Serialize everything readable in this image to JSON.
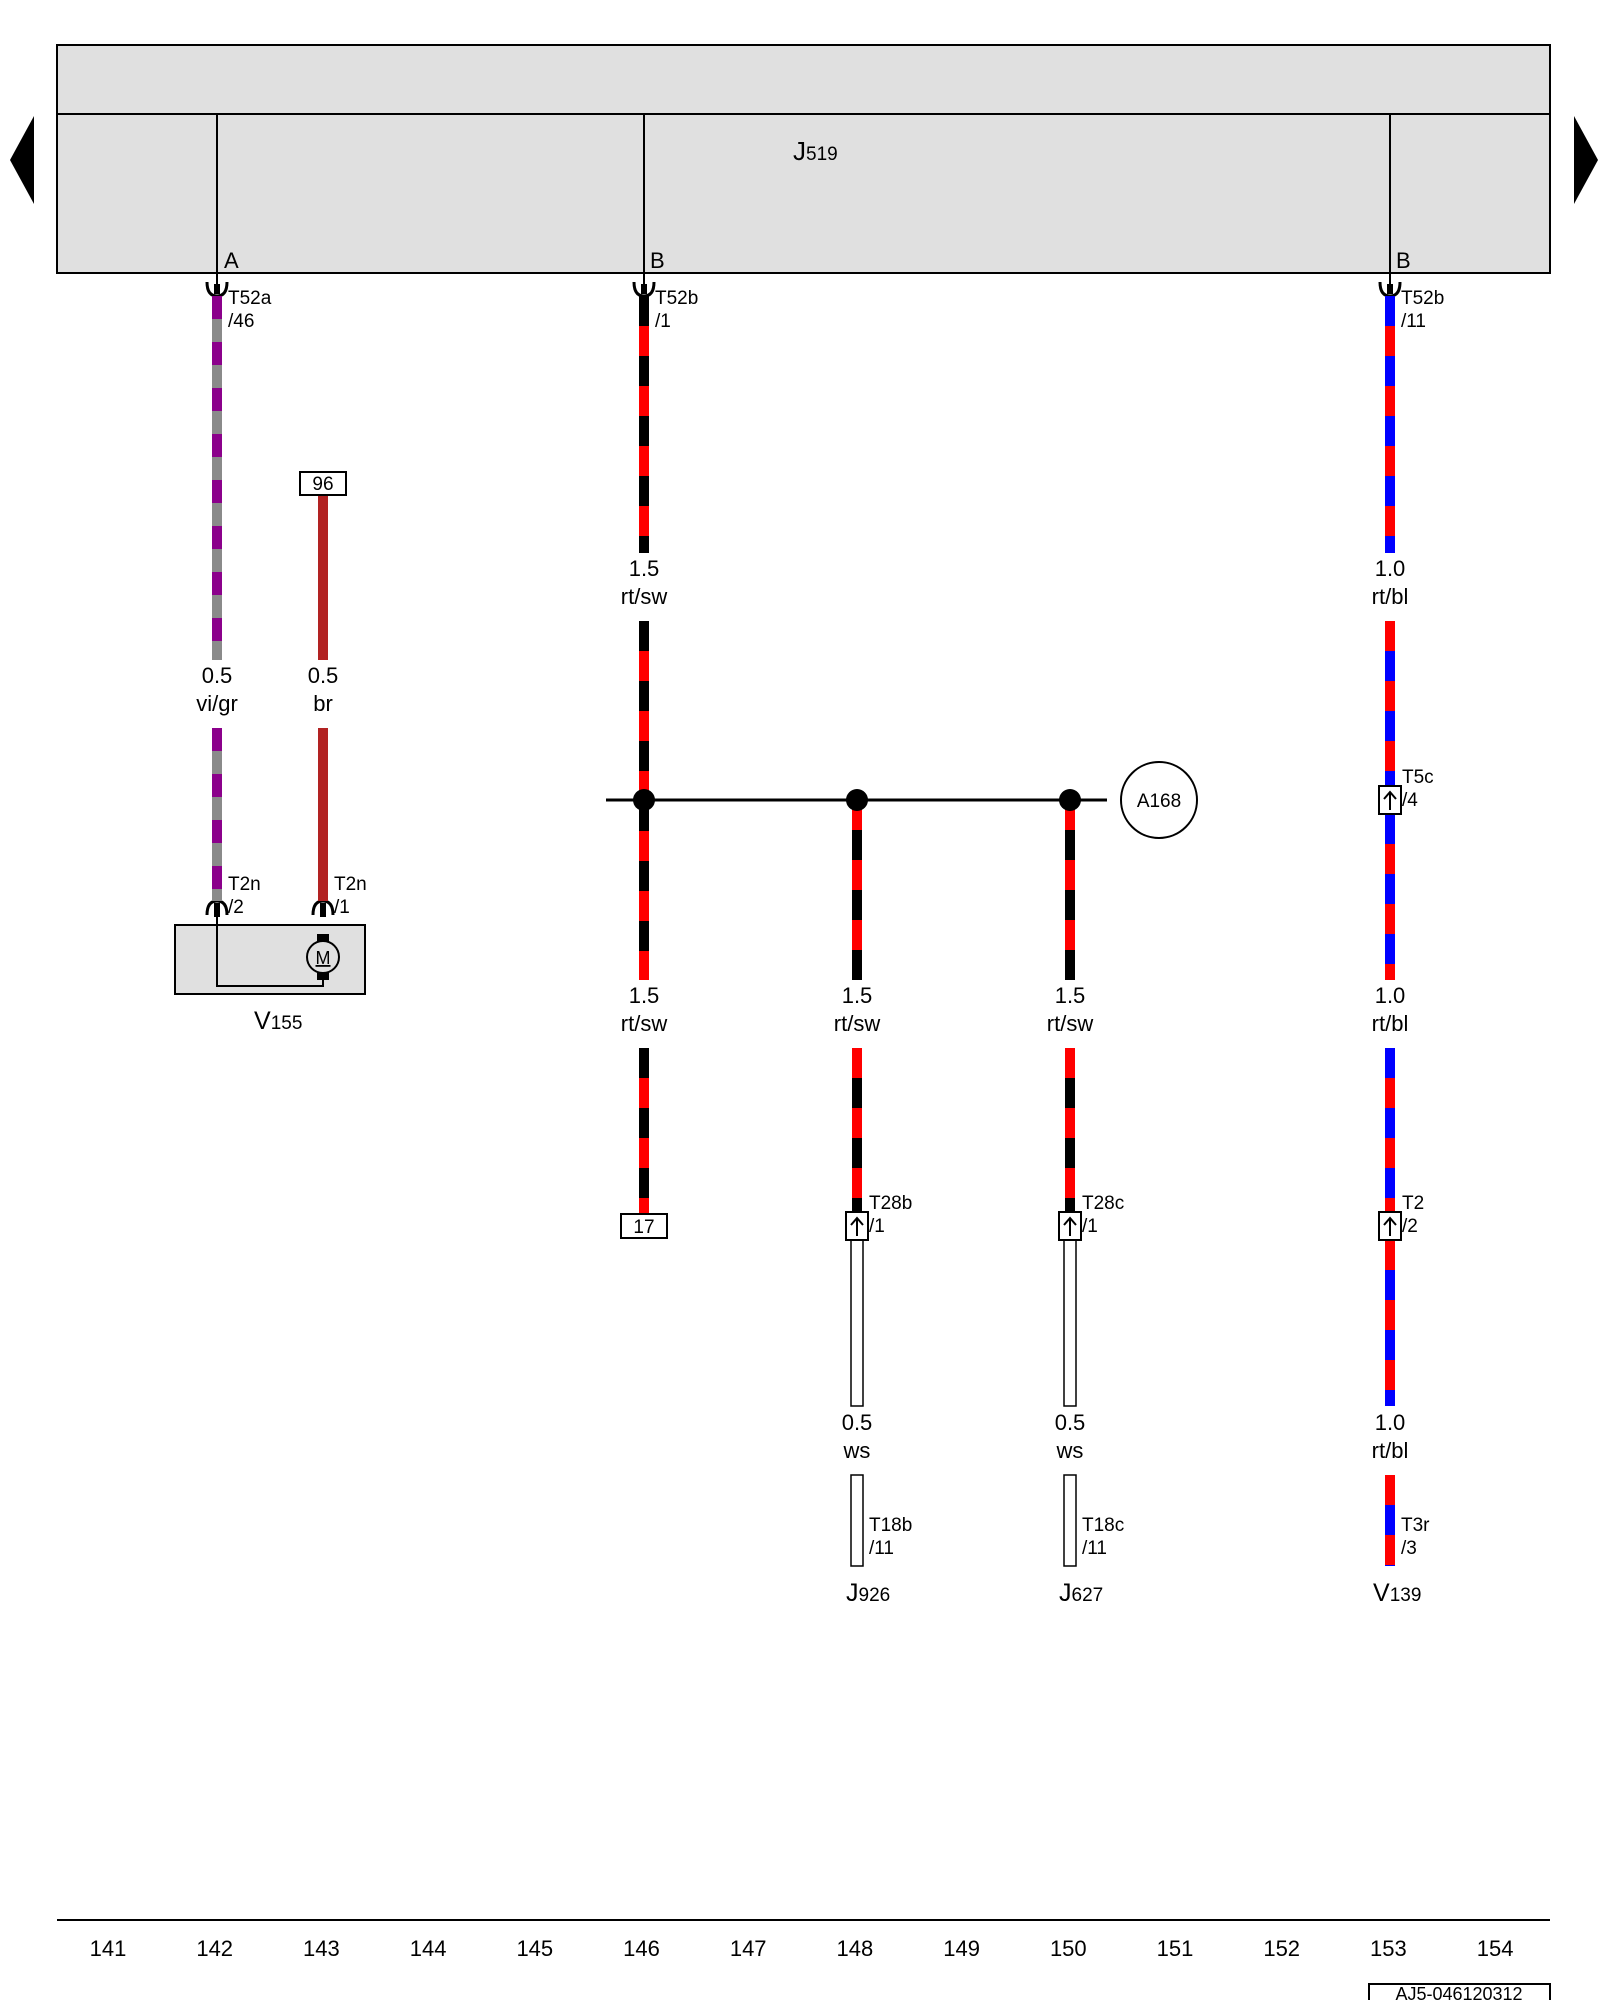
{
  "control_unit": {
    "name": "J",
    "sub": "519"
  },
  "pins": {
    "a": "A",
    "b_left": "B",
    "b_right": "B"
  },
  "connectors": {
    "t52a_46": [
      "T52a",
      "/46"
    ],
    "t52b_1": [
      "T52b",
      "/1"
    ],
    "t52b_11": [
      "T52b",
      "/11"
    ],
    "t2n_2": [
      "T2n",
      "/2"
    ],
    "t2n_1": [
      "T2n",
      "/1"
    ],
    "t5c_4": [
      "T5c",
      "/4"
    ],
    "t28b_1": [
      "T28b",
      "/1"
    ],
    "t28c_1": [
      "T28c",
      "/1"
    ],
    "t2_2": [
      "T2",
      "/2"
    ],
    "t18b_11": [
      "T18b",
      "/11"
    ],
    "t18c_11": [
      "T18c",
      "/11"
    ],
    "t3r_3": [
      "T3r",
      "/3"
    ]
  },
  "wire_labels": {
    "w142": [
      "0.5",
      "vi/gr"
    ],
    "w143": [
      "0.5",
      "br"
    ],
    "w146_top": [
      "1.5",
      "rt/sw"
    ],
    "w146_bottom": [
      "1.5",
      "rt/sw"
    ],
    "w148_top": [
      "1.5",
      "rt/sw"
    ],
    "w150_top": [
      "1.5",
      "rt/sw"
    ],
    "w148_bottom": [
      "0.5",
      "ws"
    ],
    "w150_bottom": [
      "0.5",
      "ws"
    ],
    "w153_a": [
      "1.0",
      "rt/bl"
    ],
    "w153_b": [
      "1.0",
      "rt/bl"
    ],
    "w153_c": [
      "1.0",
      "rt/bl"
    ]
  },
  "references": {
    "r96": "96",
    "r17": "17"
  },
  "ground_point": "A168",
  "motor_symbol": "M",
  "components": {
    "v155": {
      "name": "V",
      "sub": "155"
    },
    "j926": {
      "name": "J",
      "sub": "926"
    },
    "j627": {
      "name": "J",
      "sub": "627"
    },
    "v139": {
      "name": "V",
      "sub": "139"
    }
  },
  "grid_numbers": [
    "141",
    "142",
    "143",
    "144",
    "145",
    "146",
    "147",
    "148",
    "149",
    "150",
    "151",
    "152",
    "153",
    "154"
  ],
  "drawing_id": "AJ5-046120312",
  "colors": {
    "unit_fill": "#e0e0e0",
    "vi": "#8b008b",
    "gr": "#8a8a8a",
    "br": "#b22222",
    "rt": "#ff0000",
    "sw": "#000000",
    "bl": "#0000ff",
    "ws": "#ffffff"
  }
}
